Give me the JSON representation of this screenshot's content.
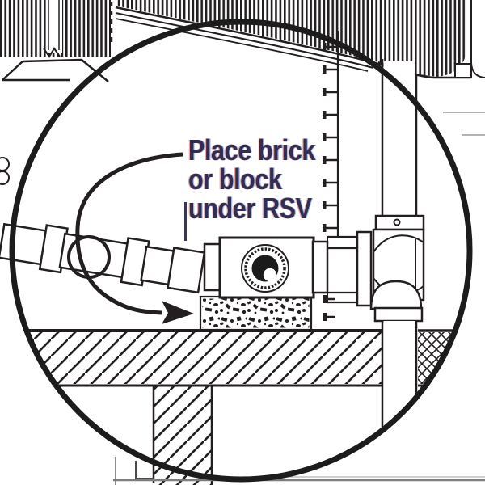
{
  "callout": {
    "lines": [
      "Place brick",
      "or block",
      "under RSV"
    ]
  },
  "colors": {
    "ink": "#231f20",
    "background": "#ffffff",
    "annotation_text": "#322d52",
    "ground_line_gray": "#7d7d7d"
  },
  "parts": [
    "magnifier-circle",
    "house-siding-panel",
    "equipment-pad",
    "condenser-unit",
    "adjacent-unit",
    "riser-pipe",
    "pipe-coupling",
    "tee-fitting",
    "elbow-fitting",
    "rsv-valve",
    "valve-port",
    "supply-pipe",
    "pipe-ring",
    "brick-block",
    "concrete-slab",
    "footing-column",
    "curved-arrow",
    "tick-reference-line",
    "ground-line"
  ]
}
